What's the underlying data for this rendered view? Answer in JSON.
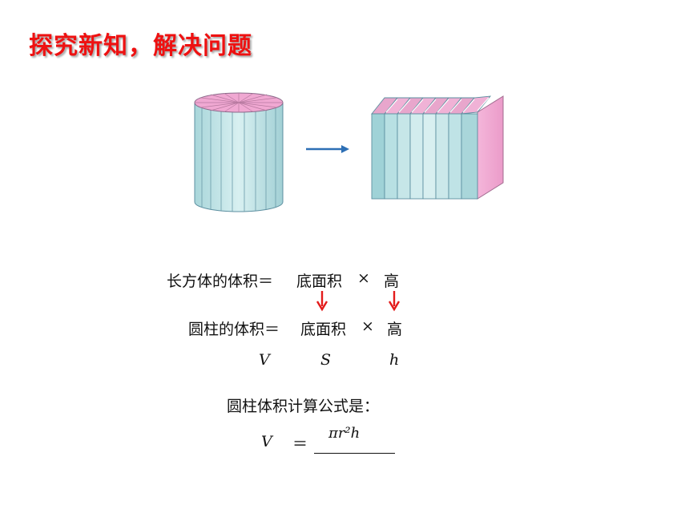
{
  "title": "探究新知，解决问题",
  "formula": {
    "row1": {
      "subject": "长方体的体积＝",
      "base": "底面积",
      "times": "×",
      "height": "高"
    },
    "row2": {
      "subject": "圆柱的体积＝",
      "base": "底面积",
      "times": "×",
      "height": "高"
    },
    "symbols": {
      "volume": "V",
      "base": "S",
      "height": "h"
    },
    "conclusion_label": "圆柱体积计算公式是：",
    "answer": {
      "lhs": "V",
      "equals": "＝",
      "value": "πr²h"
    }
  },
  "colors": {
    "title": "#ee1111",
    "arrow_red": "#e31b1b",
    "arrow_blue": "#2d6fb5",
    "cylinder_side": "#bfe3e6",
    "cylinder_top": "#f0a8d2",
    "cuboid_side": "#f2a9d3"
  },
  "icons": [
    "cylinder-image",
    "transform-arrow-icon",
    "cuboid-image",
    "down-arrow-icon"
  ]
}
